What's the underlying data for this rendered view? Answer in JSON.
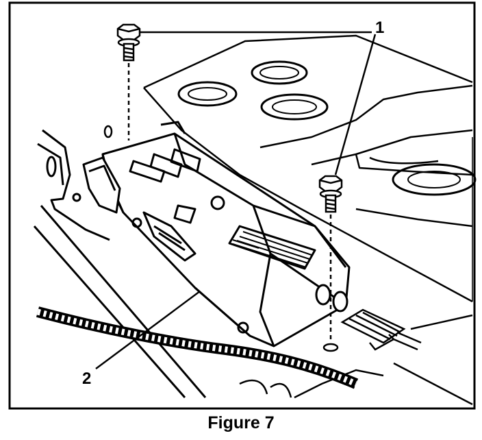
{
  "figure": {
    "caption": "Figure 7",
    "callouts": {
      "bolts": "1",
      "module": "2"
    }
  }
}
